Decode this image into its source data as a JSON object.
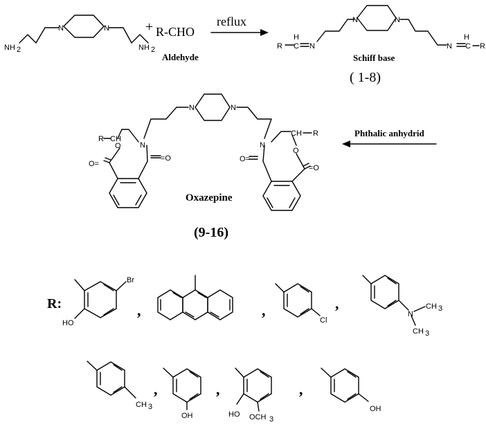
{
  "reaction": {
    "plus": "+",
    "reagent": "R-CHO",
    "reagent_label": "Aldehyde",
    "condition": "reflux",
    "product1_label": "Schiff base",
    "product1_range": "( 1-8)",
    "reagent2": "Phthalic anhydrid",
    "product2_label": "Oxazepine",
    "product2_range": "(9-16)"
  },
  "atoms": {
    "N": "N",
    "NH2": "NH",
    "sub2": "2",
    "H": "H",
    "C": "C",
    "R": "R",
    "O": "O",
    "O_eq": "O=",
    "eq_O": "=O",
    "Br": "Br",
    "Cl": "Cl",
    "HO": "HO",
    "OH": "OH",
    "CH": "CH",
    "sub3": "3",
    "OCH3": "OCH"
  },
  "r_groups": {
    "label": "R:",
    "separator": ","
  }
}
